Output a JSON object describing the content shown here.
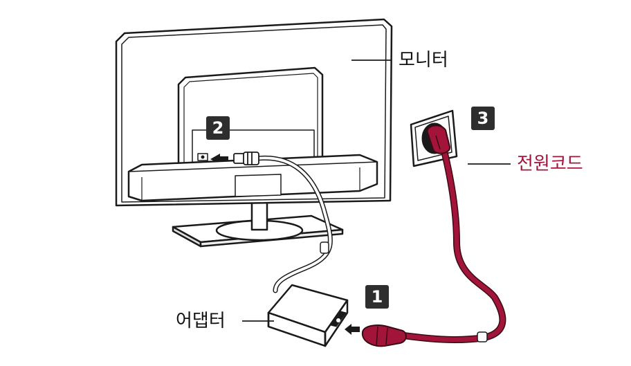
{
  "labels": {
    "monitor": "모니터",
    "power_cord": "전원코드",
    "adapter": "어댑터"
  },
  "steps": {
    "step1": "1",
    "step2": "2",
    "step3": "3"
  },
  "colors": {
    "line": "#1a1a1a",
    "cord": "#a3143a",
    "cord_label": "#a3143a",
    "badge_bg": "#2e2e2e"
  }
}
